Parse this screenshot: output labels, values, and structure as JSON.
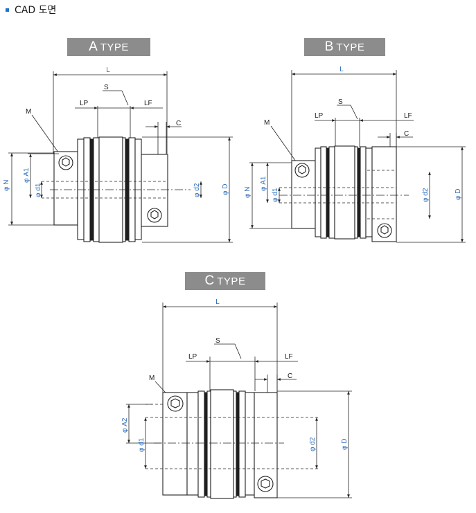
{
  "header": {
    "title": "CAD 도면"
  },
  "badges": {
    "a": {
      "letter": "A",
      "word": "TYPE"
    },
    "b": {
      "letter": "B",
      "word": "TYPE"
    },
    "c": {
      "letter": "C",
      "word": "TYPE"
    }
  },
  "labels": {
    "L": "L",
    "S": "S",
    "LP": "LP",
    "LF": "LF",
    "C": "C",
    "M": "M",
    "N": "φ N",
    "A1": "φ A1",
    "A2": "φ A2",
    "d1": "φ d1",
    "d2": "φ d2",
    "D": "φ D",
    "B_N": "φ N"
  },
  "colors": {
    "accent": "#1f72c8",
    "label": "#2f6db8",
    "badge": "#8c8c8c",
    "line": "#222222"
  }
}
